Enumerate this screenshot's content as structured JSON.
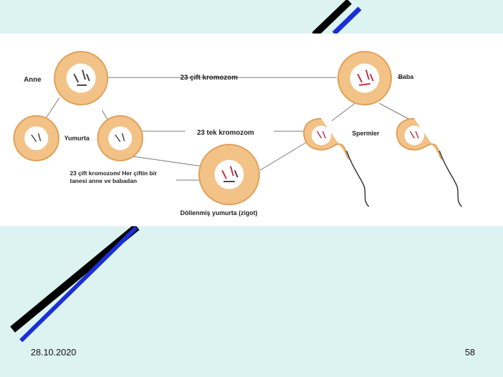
{
  "slide": {
    "date": "28.10.2020",
    "page_number": "58"
  },
  "figure": {
    "labels": {
      "anne": "Anne",
      "baba": "Baba",
      "yumurta": "Yumurta",
      "spermler": "Spermler",
      "cift_kromozom": "23 çift kromozom",
      "tek_kromozom": "23 tek kromozom",
      "her_ciftin_line1": "23 çift kromozom/ Her çiftin bir",
      "her_ciftin_line2": "tanesi anne ve babadan",
      "zigot": "Döllenmiş yumurta  (zigot)"
    },
    "colors": {
      "cell_fill": "#f2c286",
      "cell_edge": "#e0a05a",
      "nucleus": "#ffffff",
      "chromosome_mother": "#444444",
      "chromosome_father": "#c0304a",
      "line_black": "#000000",
      "line_blue": "#1a2fd6"
    }
  }
}
